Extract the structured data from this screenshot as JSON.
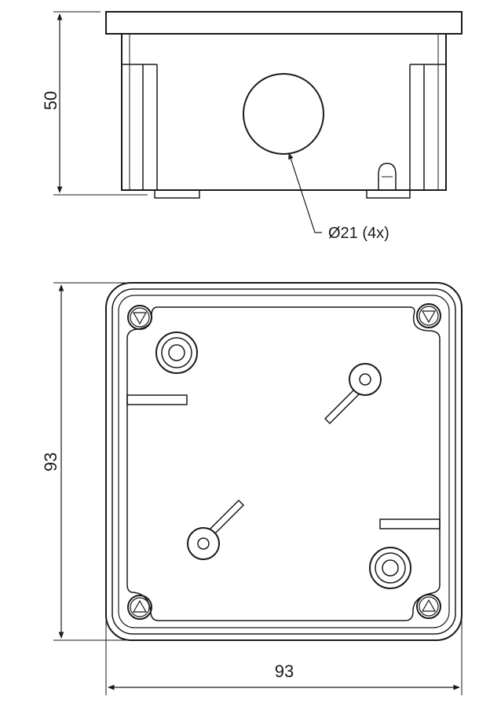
{
  "side_view": {
    "height_label": "50",
    "hole_callout": "Ø21 (4x)"
  },
  "top_view": {
    "height_label": "93",
    "width_label": "93"
  },
  "colors": {
    "line": "#1a1a1a",
    "background": "#ffffff"
  }
}
